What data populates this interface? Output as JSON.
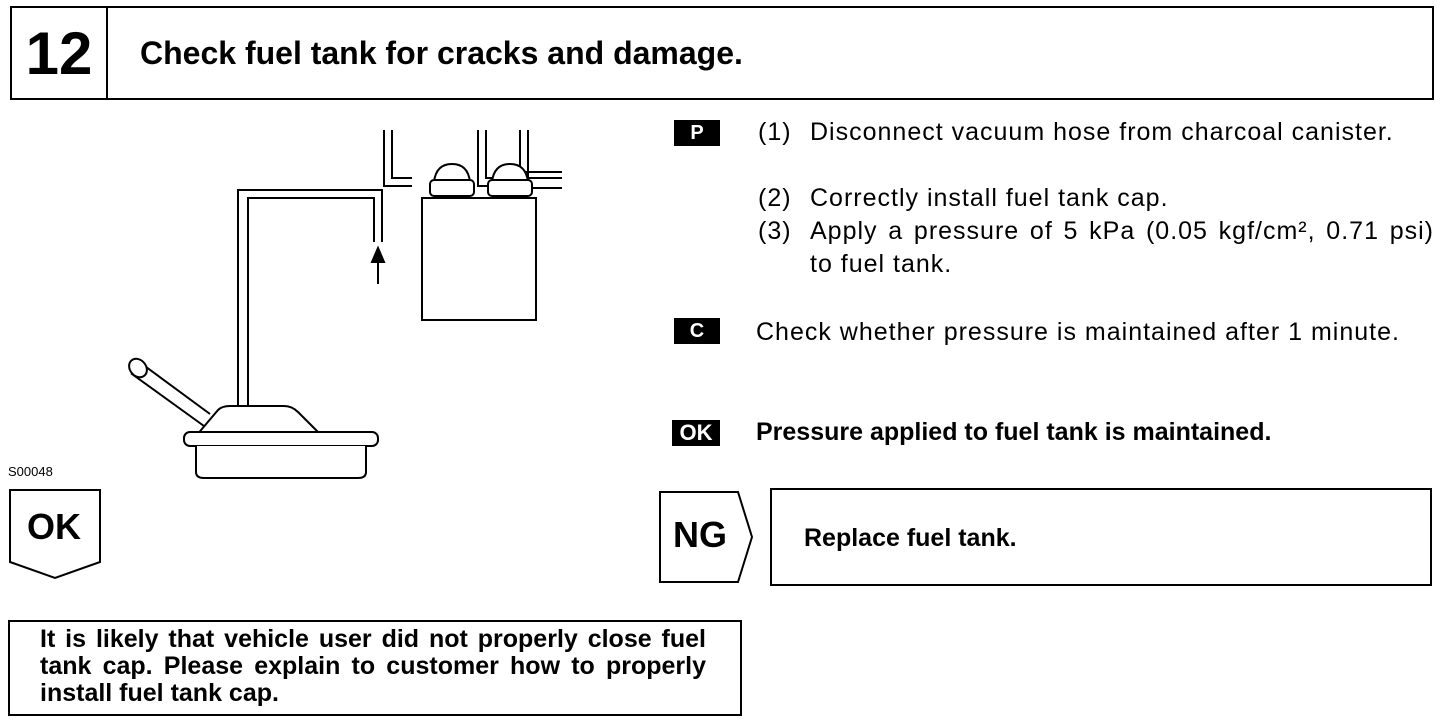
{
  "header": {
    "step_number": "12",
    "title": "Check fuel tank for cracks and damage."
  },
  "illustration": {
    "figure_id": "S00048"
  },
  "left_flow": {
    "ok_label": "OK"
  },
  "instructions": {
    "prep_tag": "P",
    "steps": [
      {
        "num": "(1)",
        "text": "Disconnect vacuum hose from charcoal canister."
      },
      {
        "num": "(2)",
        "text": "Correctly install fuel tank cap."
      },
      {
        "num": "(3)",
        "text": "Apply a pressure of 5 kPa (0.05 kgf/cm², 0.71 psi) to fuel tank."
      }
    ],
    "check_tag": "C",
    "check_text": "Check whether pressure is maintained after 1 minute.",
    "ok_tag": "OK",
    "ok_result": "Pressure applied to fuel tank is maintained."
  },
  "ng": {
    "label": "NG",
    "action": "Replace fuel tank."
  },
  "note": {
    "text": "It is likely that vehicle user did not properly close fuel tank cap. Please explain to customer how to properly install fuel tank cap."
  }
}
